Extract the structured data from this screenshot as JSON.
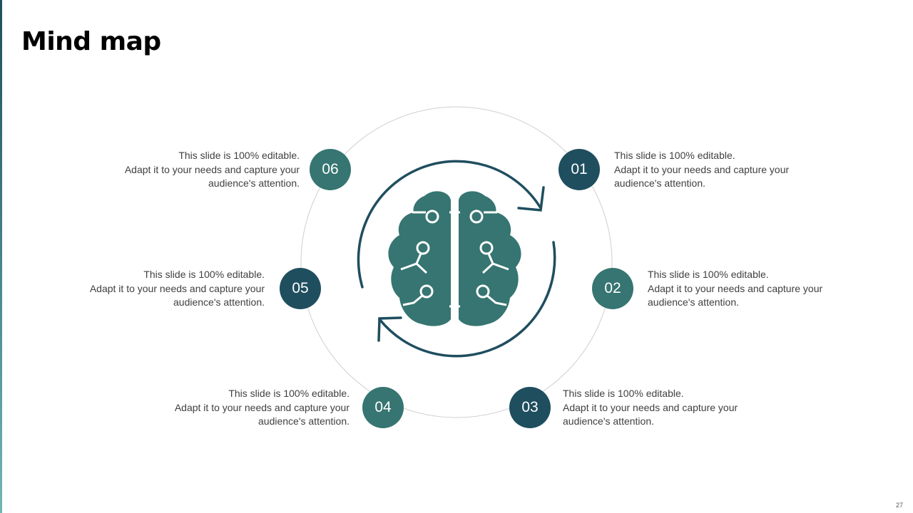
{
  "title": "Mind map",
  "page_number": "27",
  "colors": {
    "dark": "#1f4e5f",
    "light": "#367571"
  },
  "items": [
    {
      "num": "01",
      "lines": [
        "This slide is 100% editable.",
        "Adapt it to your needs and capture your",
        "audience's attention."
      ]
    },
    {
      "num": "02",
      "lines": [
        "This slide is 100% editable.",
        "Adapt it to your needs and capture your",
        "audience's attention."
      ]
    },
    {
      "num": "03",
      "lines": [
        "This slide is 100% editable.",
        "Adapt it to your needs and capture your",
        "audience's attention."
      ]
    },
    {
      "num": "04",
      "lines": [
        "This slide is 100% editable.",
        "Adapt it to your needs and capture your",
        "audience's attention."
      ]
    },
    {
      "num": "05",
      "lines": [
        "This slide is 100% editable.",
        "Adapt it to your needs and capture your",
        "audience's attention."
      ]
    },
    {
      "num": "06",
      "lines": [
        "This slide is 100% editable.",
        "Adapt it to your needs and capture your",
        "audience's attention."
      ]
    }
  ]
}
